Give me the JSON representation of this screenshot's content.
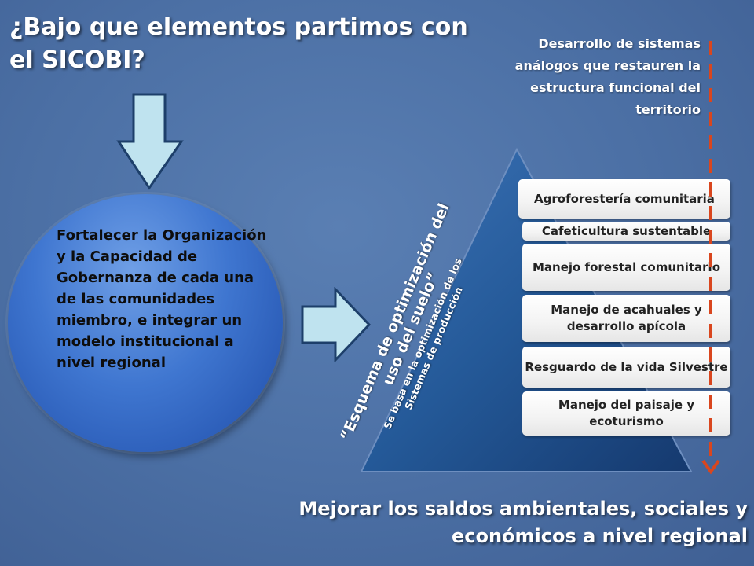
{
  "title": "¿Bajo que elementos partimos con el SICOBI?",
  "top_note": "Desarrollo de sistemas análogos que restauren la estructura funcional del territorio",
  "circle_text": "Fortalecer la Organización y la Capacidad de Gobernanza de cada una de las comunidades miembro, e integrar un modelo institucional a nivel regional",
  "pyramid_label": "“Esquema de optimización del uso del suelo”",
  "pyramid_sublabel": "Se basa en la optimización de los Sistemas de producción",
  "boxes": [
    "Agroforestería comunitaria",
    "Cafeticultura sustentable",
    "Manejo forestal comunitario",
    "Manejo de acahuales y desarrollo apícola",
    "Resguardo de la vida Silvestre",
    "Manejo del paisaje y ecoturismo"
  ],
  "bottom_note": "Mejorar los saldos ambientales, sociales y económicos a nivel regional",
  "colors": {
    "background": "#4b6fa4",
    "circle": "#3f76d0",
    "arrow_fill": "#bfe3ef",
    "pyramid": "#1f4f8f",
    "dashed_arrow": "#d9461e"
  }
}
